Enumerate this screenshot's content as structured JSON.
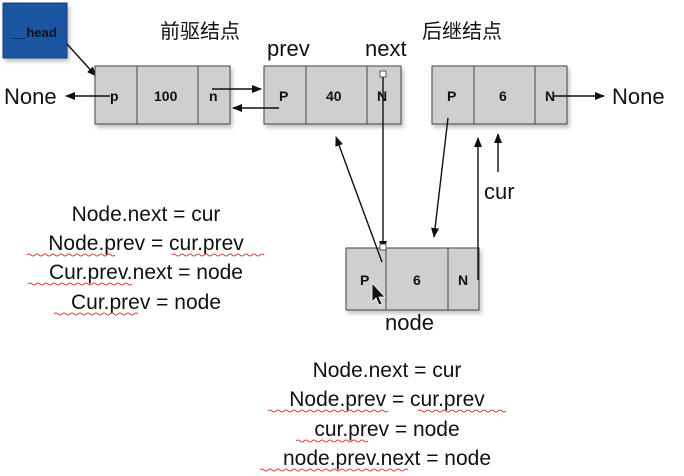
{
  "head_label": "__head",
  "titles": {
    "predecessor": "前驱结点",
    "successor": "后继结点",
    "prev": "prev",
    "next": "next",
    "cur": "cur",
    "node": "node"
  },
  "none_left": "None",
  "none_right": "None",
  "nodes": {
    "head_node": {
      "p": "p",
      "val": "100",
      "n": "n"
    },
    "prev_node": {
      "p": "P",
      "val": "40",
      "n": "N"
    },
    "cur_node": {
      "p": "P",
      "val": "6",
      "n": "N"
    },
    "new_node": {
      "p": "P",
      "val": "6",
      "n": "N"
    }
  },
  "code_left": [
    "Node.next = cur",
    "Node.prev = cur.prev",
    "Cur.prev.next = node",
    "Cur.prev = node"
  ],
  "code_bottom": [
    "Node.next = cur",
    "Node.prev = cur.prev",
    "cur.prev = node",
    "node.prev.next = node"
  ],
  "colors": {
    "head_box": "#1d56a3",
    "cell_fill": "#cfcfcf",
    "cell_stroke": "#444444",
    "squiggle": "#e0443a"
  }
}
